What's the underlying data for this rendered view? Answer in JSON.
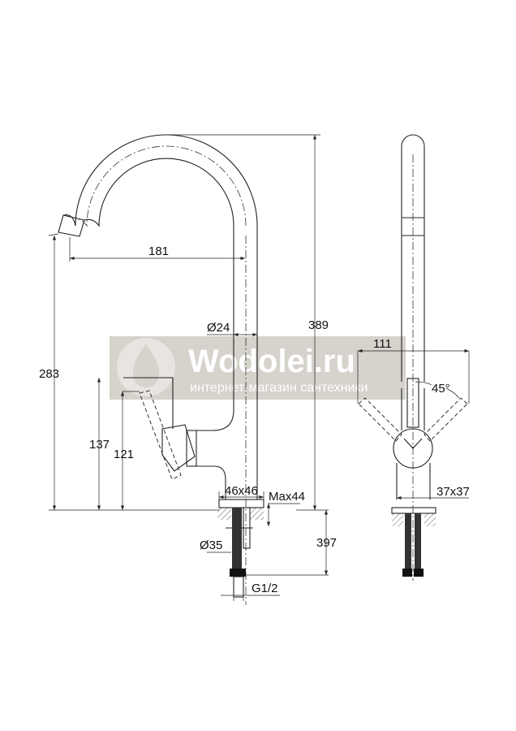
{
  "dimensions": {
    "spout_reach": "181",
    "spout_diameter": "Ø24",
    "total_height": "389",
    "spout_height": "283",
    "lever_height_upper": "137",
    "lever_height_lower": "121",
    "base_size_front": "46x46",
    "max_countertop": "Max44",
    "mount_hole": "Ø35",
    "hose_length": "397",
    "connection_thread": "G1/2",
    "lever_width": "111",
    "lever_angle": "45°",
    "base_size_side": "37x37"
  },
  "watermark": {
    "brand": "Wodolei.ru",
    "tagline": "интернет-магазин сантехники"
  }
}
